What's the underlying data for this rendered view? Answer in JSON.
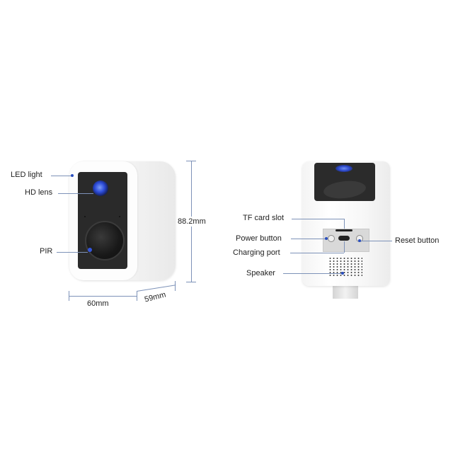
{
  "front_view": {
    "callouts": [
      {
        "id": "led",
        "label": "LED light"
      },
      {
        "id": "lens",
        "label": "HD lens"
      },
      {
        "id": "pir",
        "label": "PIR"
      }
    ],
    "dimensions": {
      "height": "88.2mm",
      "width": "60mm",
      "depth": "59mm"
    }
  },
  "bottom_view": {
    "callouts": [
      {
        "id": "tf",
        "label": "TF card slot"
      },
      {
        "id": "power",
        "label": "Power button"
      },
      {
        "id": "charging",
        "label": "Charging port"
      },
      {
        "id": "speaker",
        "label": "Speaker"
      },
      {
        "id": "reset",
        "label": "Reset button"
      }
    ]
  },
  "colors": {
    "callout_line": "#7d92b8",
    "callout_dot": "#2b4fbf",
    "lens_blue": "#2c4bd8"
  }
}
